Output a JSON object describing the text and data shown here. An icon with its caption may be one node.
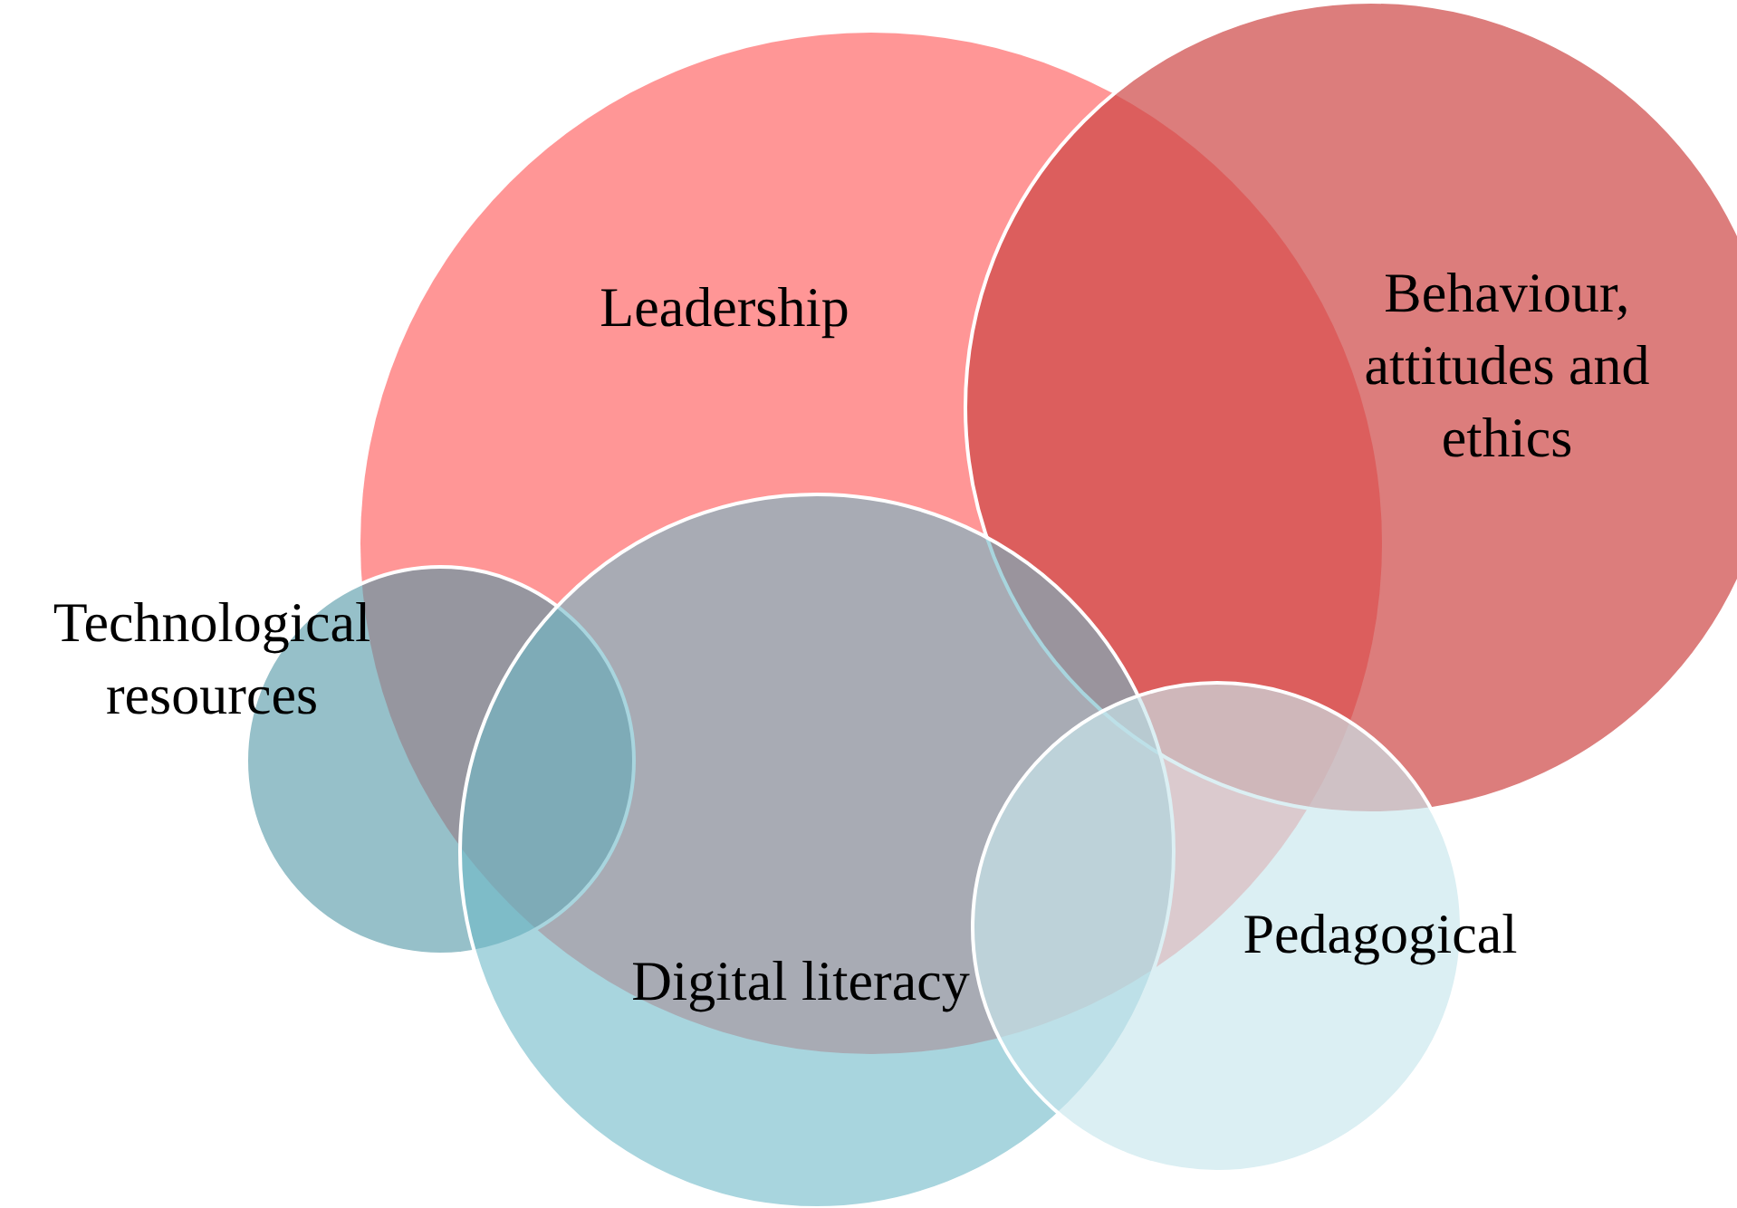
{
  "diagram": {
    "nodes": [
      {
        "text": [
          "Leadership"
        ]
      },
      {
        "text": [
          "Behaviour, attitudes and ethics"
        ]
      },
      {
        "text": [
          "Technological resources"
        ]
      },
      {
        "text": [
          "Digital literacy"
        ]
      },
      {
        "text": [
          "Pedagogical"
        ]
      }
    ]
  }
}
